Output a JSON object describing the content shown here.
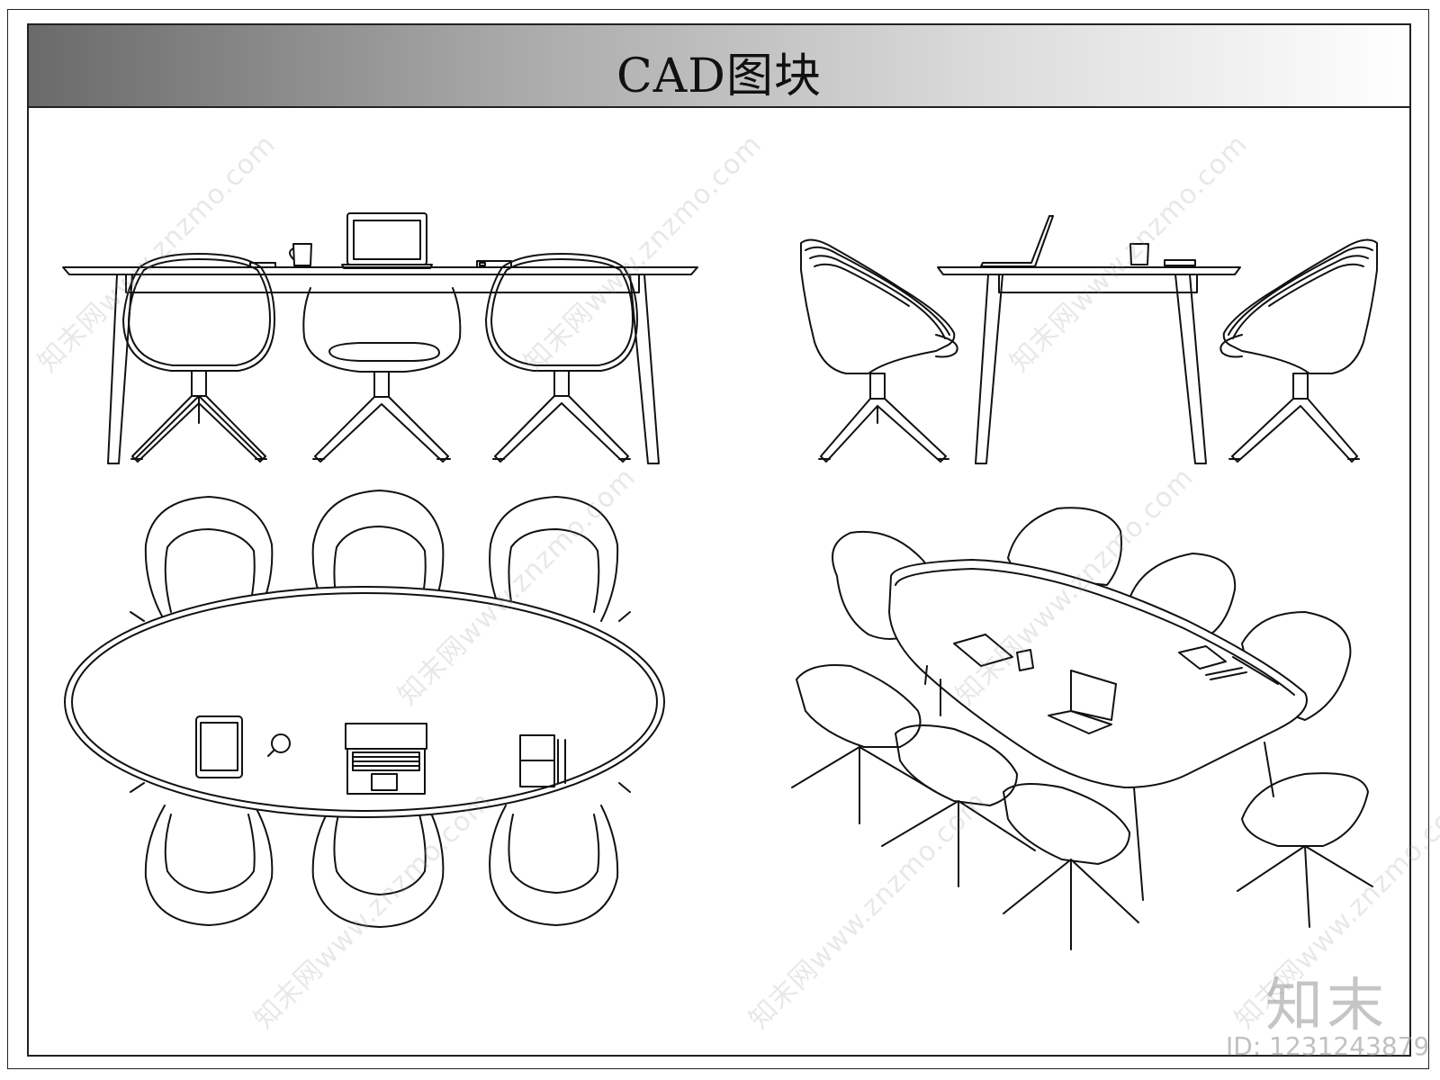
{
  "sheet": {
    "title": "CAD图块"
  },
  "watermark": {
    "text": "知末网www.znzmo.com",
    "logo": "知末",
    "id_text": "ID: 1231243879"
  },
  "views": [
    {
      "name": "front-elevation",
      "label": ""
    },
    {
      "name": "side-elevation",
      "label": ""
    },
    {
      "name": "top-plan",
      "label": ""
    },
    {
      "name": "axonometric",
      "label": ""
    }
  ]
}
